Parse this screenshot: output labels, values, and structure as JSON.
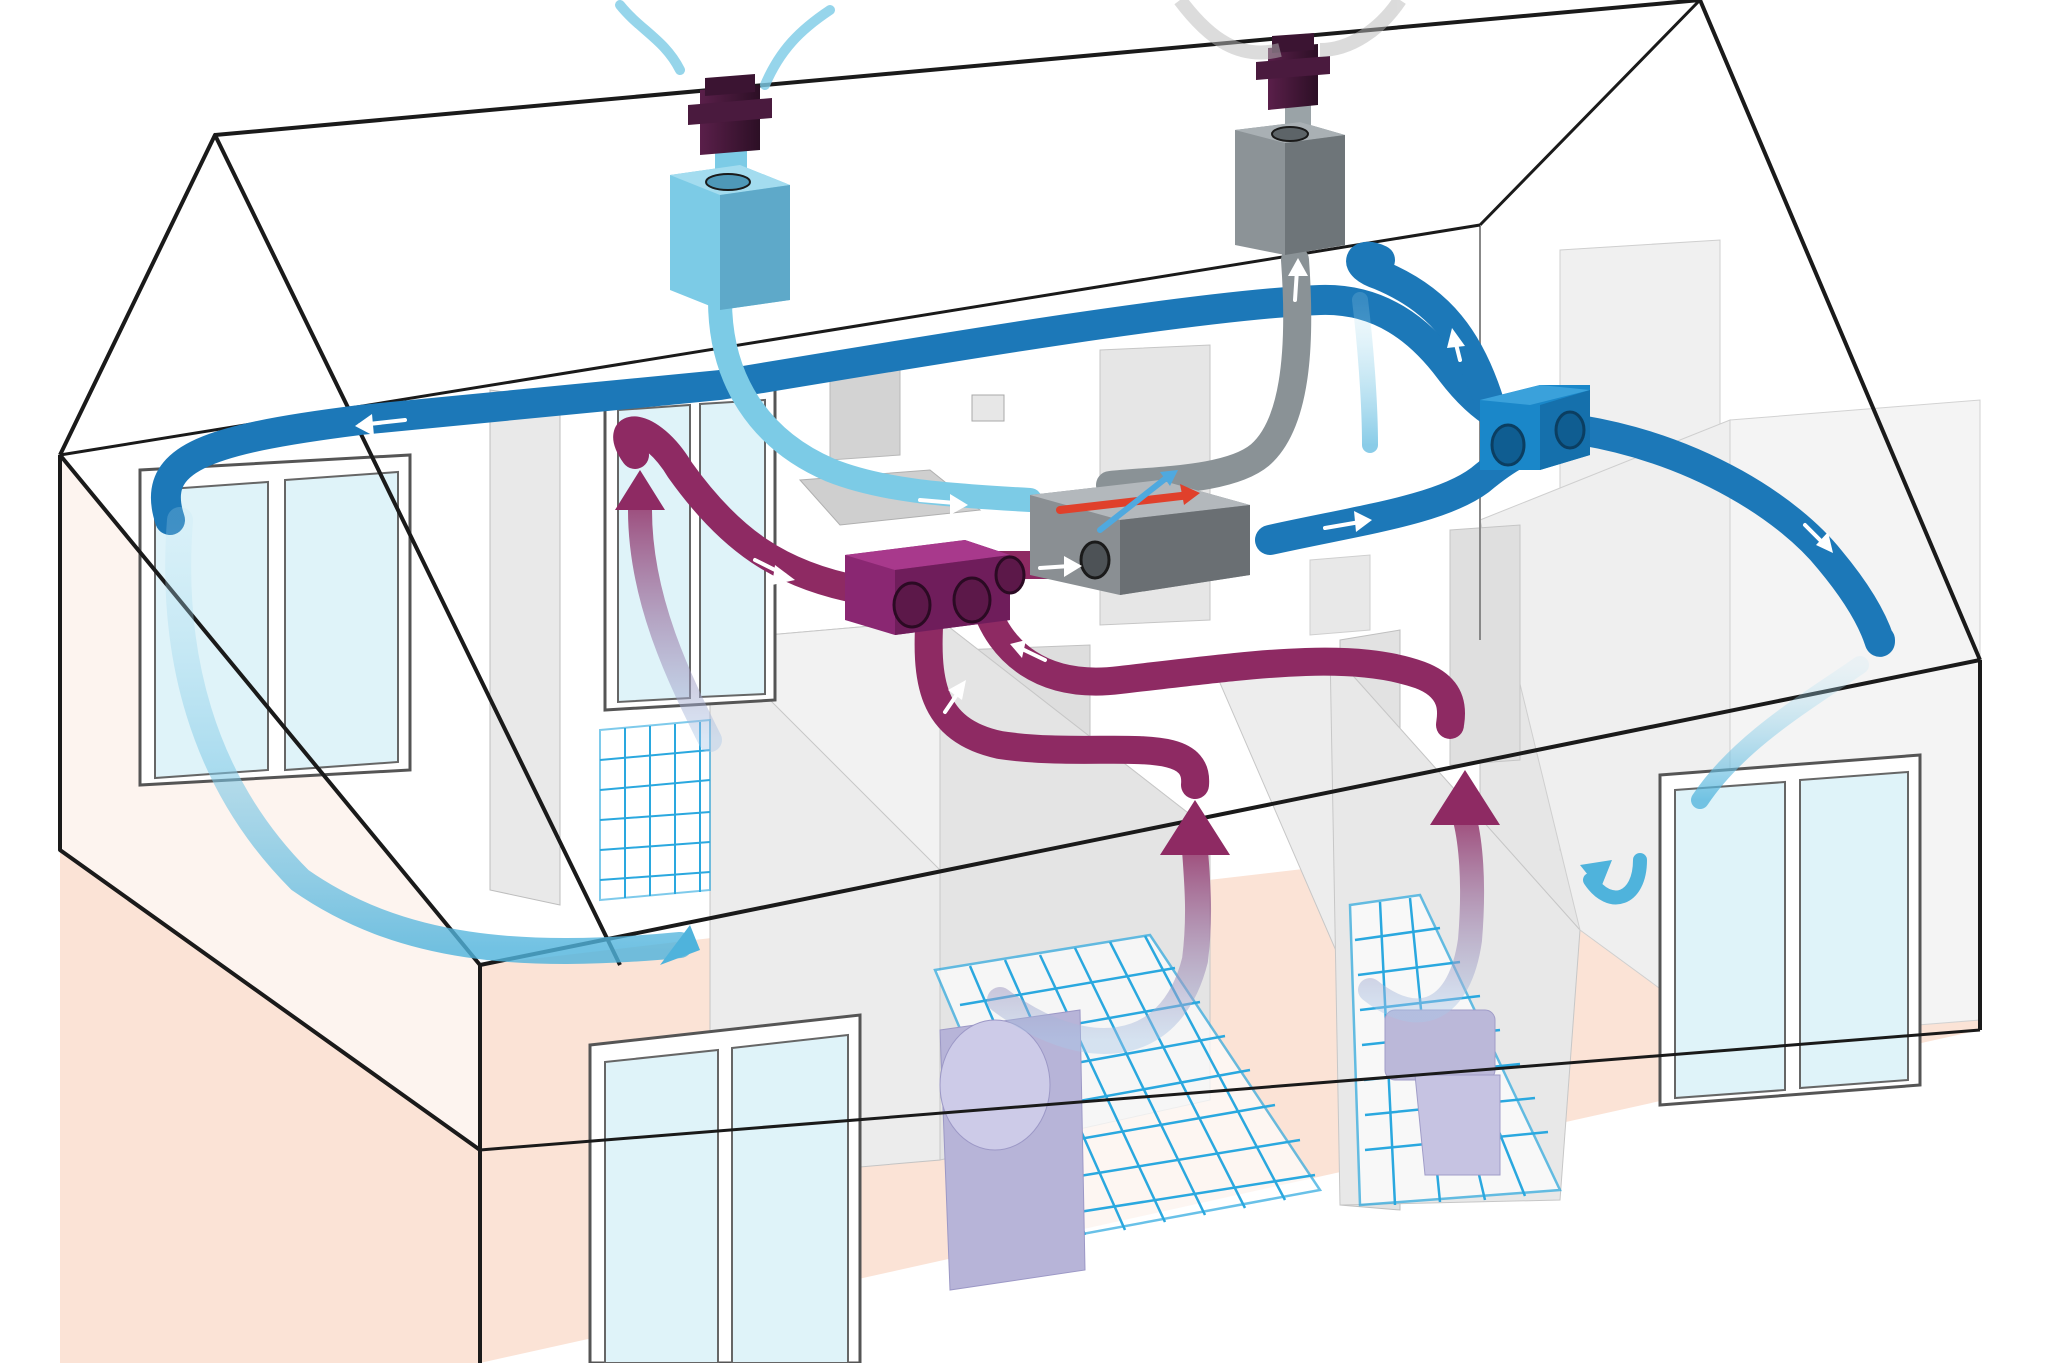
{
  "diagram": {
    "kind": "mechanical-ventilation-heat-recovery",
    "colors": {
      "fresh_air_light": "#7ccbe6",
      "supply_air": "#1c78b8",
      "extract_air": "#8e2a63",
      "exhaust_duct": "#8a9296",
      "unit_grey": "#7d8286",
      "floor": "#fbe3d6",
      "wall": "#e8e8e8",
      "outline": "#1a1a1a",
      "tile_grid": "#2aa8df",
      "heat_hot": "#e0402b"
    },
    "components": [
      {
        "id": "fresh-air-intake",
        "icon": "roof-cowl-icon"
      },
      {
        "id": "exhaust-outlet",
        "icon": "roof-cowl-icon"
      },
      {
        "id": "intake-silencer",
        "icon": "duct-box-icon"
      },
      {
        "id": "exhaust-silencer",
        "icon": "duct-box-icon"
      },
      {
        "id": "heat-recovery-unit",
        "icon": "heat-exchanger-icon"
      },
      {
        "id": "extract-plenum",
        "icon": "plenum-icon"
      },
      {
        "id": "supply-plenum",
        "icon": "plenum-icon"
      }
    ],
    "rooms": [
      "living-room-left",
      "bedroom-right",
      "front-room",
      "kitchen",
      "bathroom",
      "wc"
    ]
  }
}
